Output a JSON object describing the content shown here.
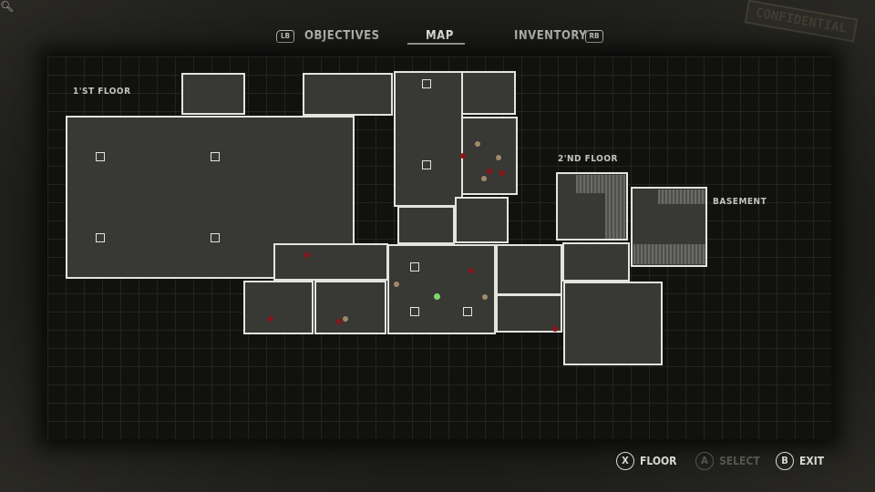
{
  "tabs": {
    "left_bumper": "LB",
    "right_bumper": "RB",
    "objectives": "OBJECTIVES",
    "map": "MAP",
    "inventory": "INVENTORY",
    "active": "MAP"
  },
  "stamp": "CONFIDENTIAL",
  "floors": {
    "first": "1'ST FLOOR",
    "second": "2'ND FLOOR",
    "basement": "BASEMENT"
  },
  "hints": [
    {
      "button": "X",
      "label": "FLOOR",
      "enabled": true
    },
    {
      "button": "A",
      "label": "SELECT",
      "enabled": false
    },
    {
      "button": "B",
      "label": "EXIT",
      "enabled": true
    }
  ],
  "colors": {
    "enemy": "#8a1518",
    "item": "#a08a68",
    "player": "#7ed66a",
    "wall": "#e4e4de"
  }
}
